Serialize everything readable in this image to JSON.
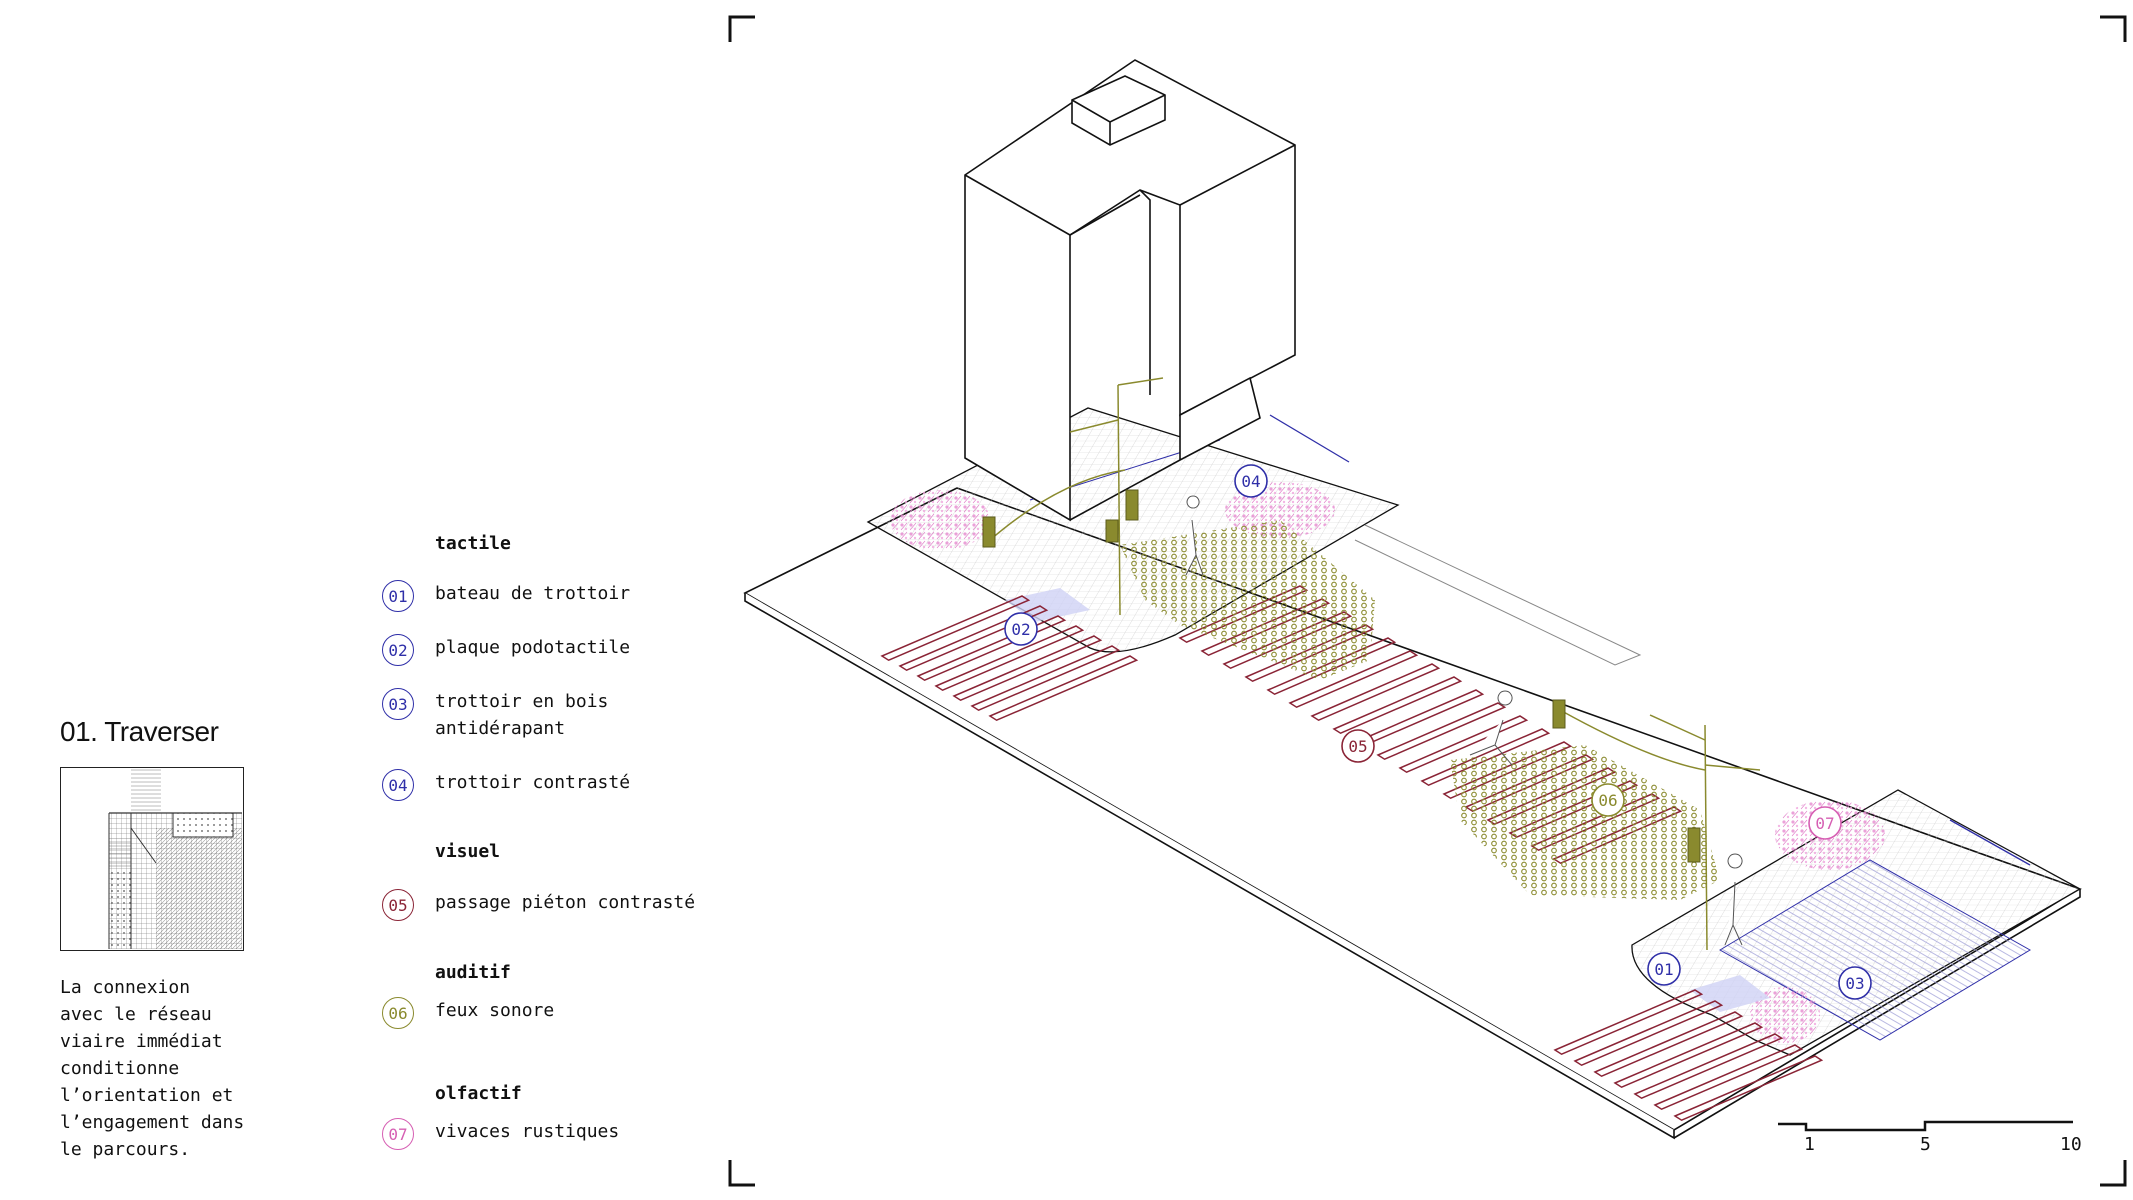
{
  "title": "01. Traverser",
  "description": "La connexion\navec le réseau\nviaire immédiat\nconditionne\nl’orientation et\nl’engagement dans\nle parcours.",
  "colors": {
    "tactile": "#2f2fa8",
    "visuel": "#8a2436",
    "auditif": "#8a8a2e",
    "olfactif": "#d65fb3"
  },
  "legend": [
    {
      "category": "tactile",
      "items": [
        {
          "num": "01",
          "label": "bateau de trottoir"
        },
        {
          "num": "02",
          "label": "plaque podotactile"
        },
        {
          "num": "03",
          "label": "trottoir en bois\nantidérapant"
        },
        {
          "num": "04",
          "label": "trottoir contrasté"
        }
      ]
    },
    {
      "category": "visuel",
      "items": [
        {
          "num": "05",
          "label": "passage piéton contrasté"
        }
      ]
    },
    {
      "category": "auditif",
      "items": [
        {
          "num": "06",
          "label": "feux sonore"
        }
      ]
    },
    {
      "category": "olfactif",
      "items": [
        {
          "num": "07",
          "label": "vivaces rustiques"
        }
      ]
    }
  ],
  "scale_bar": {
    "ticks": [
      "1",
      "5",
      "10"
    ]
  },
  "callouts": [
    "04",
    "02",
    "05",
    "06",
    "07",
    "01",
    "03"
  ]
}
